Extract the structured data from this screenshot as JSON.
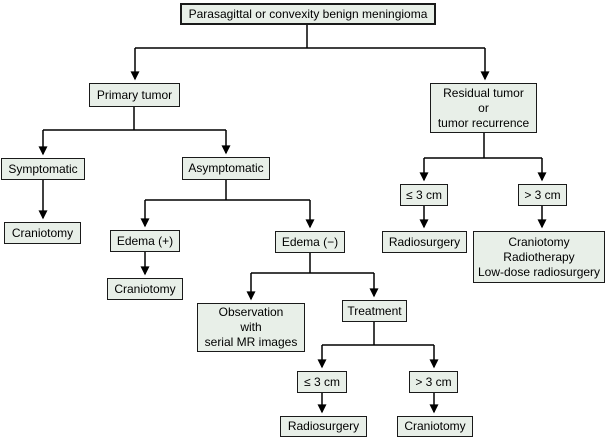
{
  "diagram": {
    "type": "flowchart",
    "nodes": {
      "root": {
        "label": "Parasagittal or convexity benign meningioma"
      },
      "primary_tumor": {
        "label": "Primary tumor"
      },
      "residual_tumor": {
        "label": "Residual tumor\nor\ntumor recurrence"
      },
      "symptomatic": {
        "label": "Symptomatic"
      },
      "asymptomatic": {
        "label": "Asymptomatic"
      },
      "recurrence_le_3cm": {
        "label": "≤ 3 cm"
      },
      "recurrence_gt_3cm": {
        "label": "> 3 cm"
      },
      "craniotomy_symptomatic": {
        "label": "Craniotomy"
      },
      "edema_positive": {
        "label": "Edema (+)"
      },
      "edema_negative": {
        "label": "Edema (−)"
      },
      "radiosurgery_recurrence": {
        "label": "Radiosurgery"
      },
      "combined_therapy": {
        "label": "Craniotomy\nRadiotherapy\nLow-dose radiosurgery"
      },
      "craniotomy_edema": {
        "label": "Craniotomy"
      },
      "observation": {
        "label": "Observation\nwith\nserial MR images"
      },
      "treatment": {
        "label": "Treatment"
      },
      "treatment_le_3cm": {
        "label": "≤ 3 cm"
      },
      "treatment_gt_3cm": {
        "label": "> 3 cm"
      },
      "radiosurgery_treatment": {
        "label": "Radiosurgery"
      },
      "craniotomy_treatment": {
        "label": "Craniotomy"
      }
    },
    "colors": {
      "box_fill": "#e8efe8",
      "box_border": "#1a1a1a",
      "connector": "#000000",
      "background": "#ffffff",
      "text": "#000000"
    }
  }
}
